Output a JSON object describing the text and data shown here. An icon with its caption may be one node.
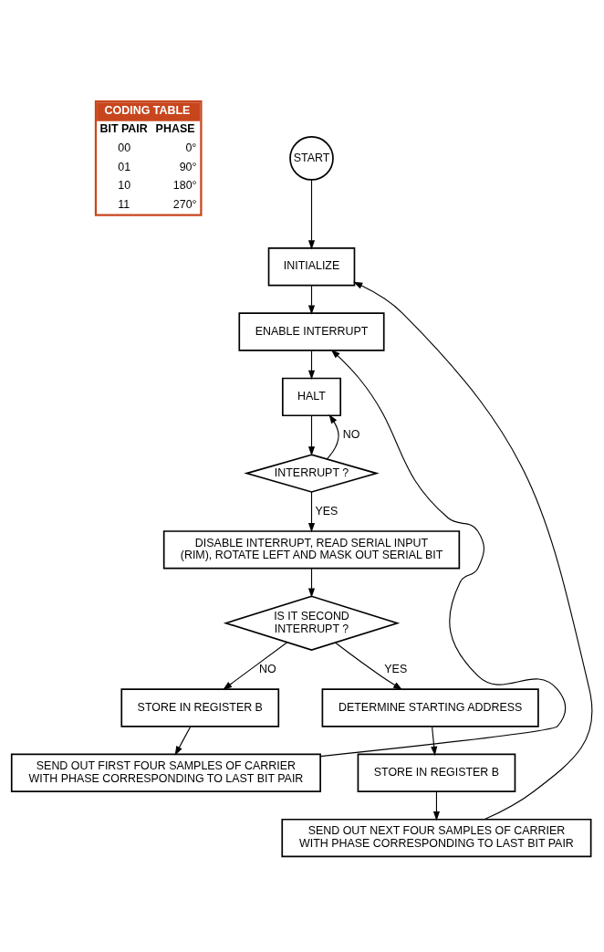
{
  "diagram": {
    "nodes": [
      {
        "text": [
          "START"
        ]
      },
      {
        "text": [
          "INITIALIZE"
        ]
      },
      {
        "text": [
          "ENABLE INTERRUPT"
        ]
      },
      {
        "text": [
          "HALT"
        ]
      },
      {
        "text": [
          "INTERRUPT ?"
        ]
      },
      {
        "text": [
          "DISABLE INTERRUPT, READ SERIAL INPUT (RIM), ROTATE LEFT AND MASK OUT SERIAL BIT"
        ]
      },
      {
        "text": [
          "IS IT SECOND INTERRUPT ?"
        ]
      },
      {
        "text": [
          "STORE IN REGISTER B"
        ]
      },
      {
        "text": [
          "SEND OUT FIRST FOUR SAMPLES OF CARRIER WITH PHASE CORRESPONDING TO LAST BIT PAIR"
        ]
      },
      {
        "text": [
          "DETERMINE STARTING ADDRESS"
        ]
      },
      {
        "text": [
          "STORE IN REGISTER B"
        ]
      },
      {
        "text": [
          "SEND OUT NEXT FOUR SAMPLES OF CARRIER WITH PHASE CORRESPONDING TO LAST BIT PAIR"
        ]
      }
    ],
    "edges": [
      {
        "from": 0,
        "to": 1,
        "arrow": "to"
      },
      {
        "from": 1,
        "to": 2,
        "arrow": "to"
      },
      {
        "from": 2,
        "to": 3,
        "arrow": "to"
      },
      {
        "from": 3,
        "to": 4,
        "arrow": "to"
      },
      {
        "from": 4,
        "to": 3,
        "arrow": "to",
        "label": "NO"
      },
      {
        "from": 4,
        "to": 5,
        "arrow": "to",
        "label": "YES"
      },
      {
        "from": 5,
        "to": 6,
        "arrow": "to"
      },
      {
        "from": 6,
        "to": 7,
        "arrow": "to",
        "label": "NO"
      },
      {
        "from": 6,
        "to": 9,
        "arrow": "to",
        "label": "YES"
      },
      {
        "from": 7,
        "to": 8,
        "arrow": "to"
      },
      {
        "from": 8,
        "to": 2,
        "arrow": "to"
      },
      {
        "from": 9,
        "to": 10,
        "arrow": "to"
      },
      {
        "from": 10,
        "to": 11,
        "arrow": "to"
      },
      {
        "from": 11,
        "to": 1,
        "arrow": "to"
      }
    ],
    "labels": [
      "CODING TABLE",
      "BIT PAIR",
      "PHASE",
      "00",
      "0°",
      "01",
      "90°",
      "10",
      "180°",
      "11",
      "270°"
    ]
  }
}
